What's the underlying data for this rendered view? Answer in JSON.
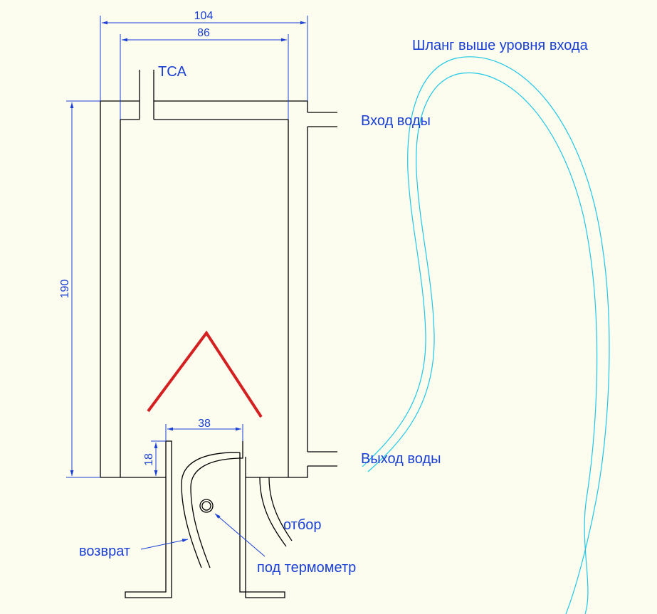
{
  "dimensions": {
    "outer_width": "104",
    "inner_width": "86",
    "height": "190",
    "flue_width": "38",
    "flue_height": "18"
  },
  "labels": {
    "tsa": "TCA",
    "hose_note": "Шланг выше уровня входа",
    "water_in": "Вход воды",
    "water_out": "Выход воды",
    "tap": "отбор",
    "return": "возврат",
    "thermometer": "под термометр"
  },
  "colors": {
    "background": "#fcfcef",
    "dimension": "#1a3fd4",
    "hose": "#1ec8e6",
    "flame": "#d42020",
    "outline": "#000000"
  }
}
